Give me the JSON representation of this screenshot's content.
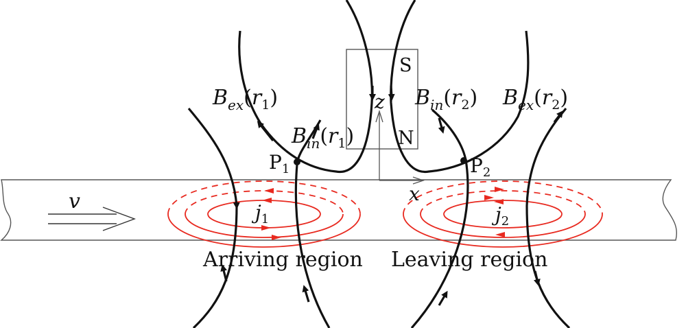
{
  "labels": {
    "velocity": "v",
    "axis_z": "z",
    "axis_x": "x",
    "pole_s": "S",
    "pole_n": "N",
    "point_1": "P",
    "point_1_sub": "1",
    "point_2": "P",
    "point_2_sub": "2",
    "current_1": "j",
    "current_1_sub": "1",
    "current_2": "j",
    "current_2_sub": "2",
    "field_b": "B",
    "sub_ex": "ex",
    "sub_in": "in",
    "r1": "r",
    "r1_sub": "1",
    "r2": "r",
    "r2_sub": "2",
    "paren_open": "(",
    "paren_close": ")",
    "arriving_region": "Arriving region",
    "leaving_region": "Leaving region"
  },
  "colors": {
    "stroke": "#111111",
    "eddy_current": "#e8291f",
    "magnet_outline": "#555555"
  }
}
